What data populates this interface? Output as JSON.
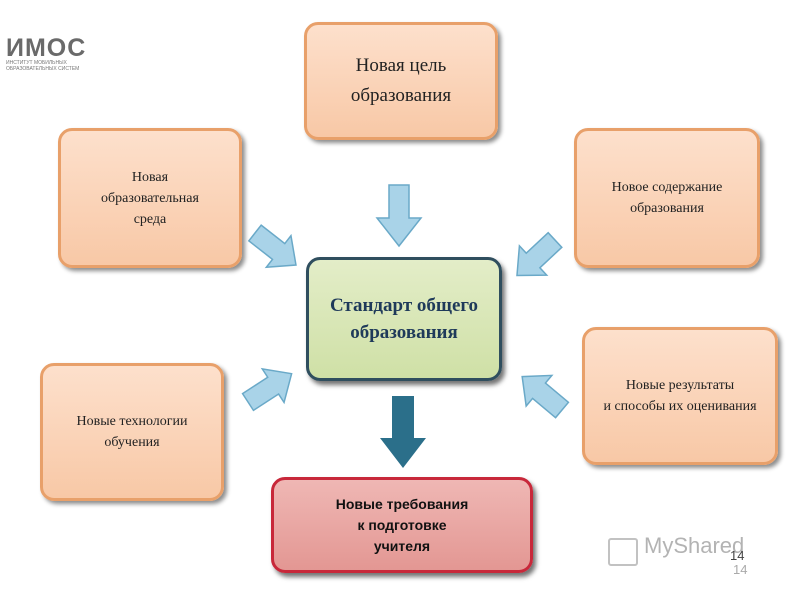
{
  "logo": {
    "title": "ИМОС",
    "subtitle": "ИНСТИТУТ МОБИЛЬНЫХ ОБРАЗОВАТЕЛЬНЫХ СИСТЕМ"
  },
  "boxes": {
    "goal": [
      "Новая цель",
      "образования"
    ],
    "environment": [
      "Новая",
      "образовательная",
      "среда"
    ],
    "content": [
      "Новое содержание",
      "образования"
    ],
    "technologies": [
      "Новые технологии",
      "обучения"
    ],
    "results": [
      "Новые результаты",
      "и способы их оценивания"
    ],
    "standard": [
      "Стандарт общего",
      "образования"
    ],
    "teacher": [
      "Новые требования",
      "к подготовке",
      "учителя"
    ]
  },
  "watermark": "MyShared",
  "page_number": "14",
  "colors": {
    "box_fill": "#f8c8a6",
    "box_border": "#e8a06a",
    "center_fill": "#cfe0a6",
    "center_border": "#2f4e5e",
    "bottom_fill": "#e39793",
    "bottom_border": "#c8283a",
    "arrow_light": "#a9d3e8",
    "arrow_dark": "#2b6f8a"
  }
}
